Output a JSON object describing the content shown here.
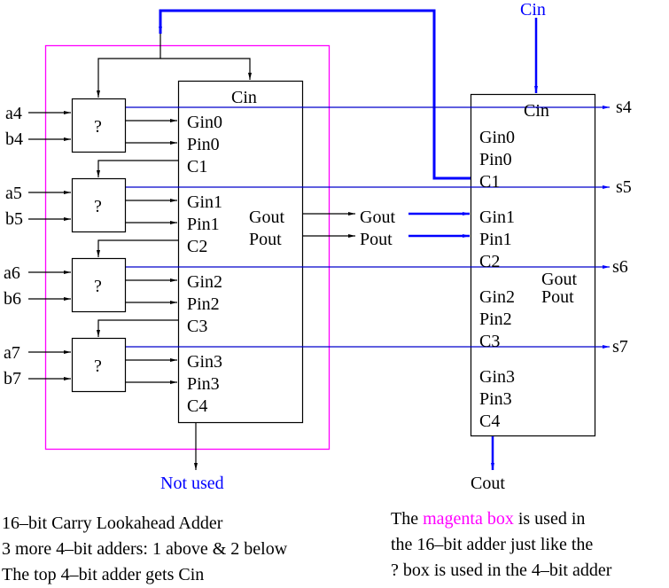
{
  "diagram": {
    "title": "16-bit Carry Lookahead Adder construction",
    "colors": {
      "wire": "#000000",
      "highlight_wire": "#0000ff",
      "magenta_box": "#ff00ff",
      "text": "#000000",
      "blue_text": "#0000ff"
    },
    "top_input_label": "Cin",
    "inputs": [
      {
        "a": "a4",
        "b": "b4"
      },
      {
        "a": "a5",
        "b": "b5"
      },
      {
        "a": "a6",
        "b": "b6"
      },
      {
        "a": "a7",
        "b": "b7"
      }
    ],
    "question_box_label": "?",
    "left_cla": {
      "cin_label": "Cin",
      "sections": [
        {
          "gin": "Gin0",
          "pin": "Pin0",
          "c": "C1"
        },
        {
          "gin": "Gin1",
          "pin": "Pin1",
          "c": "C2"
        },
        {
          "gin": "Gin2",
          "pin": "Pin2",
          "c": "C3"
        },
        {
          "gin": "Gin3",
          "pin": "Pin3",
          "c": "C4"
        }
      ],
      "gout_label": "Gout",
      "pout_label": "Pout"
    },
    "middle_labels": {
      "gout": "Gout",
      "pout": "Pout"
    },
    "right_cla": {
      "cin_label": "Cin",
      "sections": [
        {
          "gin": "Gin0",
          "pin": "Pin0",
          "c": "C1"
        },
        {
          "gin": "Gin1",
          "pin": "Pin1",
          "c": "C2"
        },
        {
          "gin": "Gin2",
          "pin": "Pin2",
          "c": "C3"
        },
        {
          "gin": "Gin3",
          "pin": "Pin3",
          "c": "C4"
        }
      ],
      "gout_label": "Gout",
      "pout_label": "Pout"
    },
    "sum_outputs": [
      "s4",
      "s5",
      "s6",
      "s7"
    ],
    "not_used_label": "Not used",
    "cout_label": "Cout"
  },
  "notes": {
    "left": [
      "16–bit Carry Lookahead Adder",
      "3 more 4–bit adders: 1 above & 2 below",
      "The top 4–bit adder gets Cin"
    ],
    "right": {
      "line1_prefix": "The ",
      "line1_highlight": "magenta box",
      "line1_suffix": " is used in",
      "line2": "the 16–bit adder just like the",
      "line3": "? box is used in the 4–bit adder"
    }
  }
}
